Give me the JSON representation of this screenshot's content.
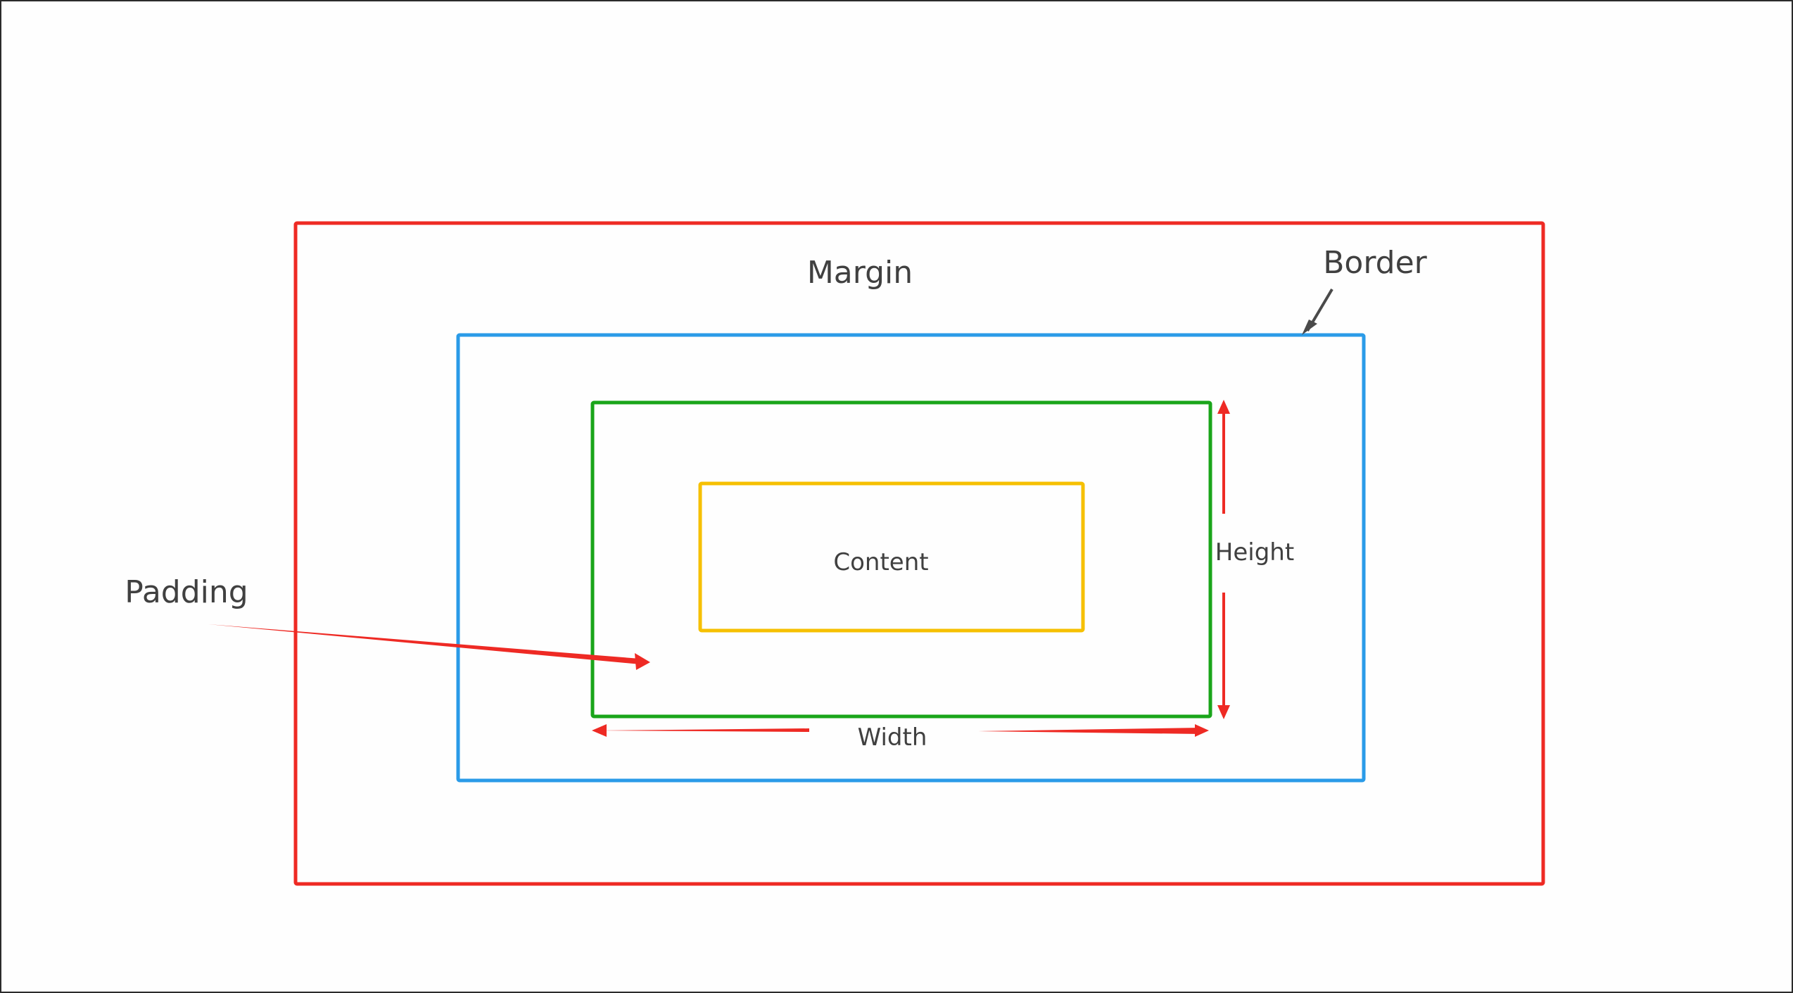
{
  "diagram": {
    "labels": {
      "margin": "Margin",
      "border": "Border",
      "padding": "Padding",
      "content": "Content",
      "height": "Height",
      "width": "Width"
    },
    "colors": {
      "margin": "#ee2a24",
      "border": "#2a9be8",
      "padding": "#1aa51a",
      "content": "#f6c000",
      "arrow": "#ee2a24",
      "pointer": "#4a4a4a",
      "text": "#404040"
    }
  }
}
